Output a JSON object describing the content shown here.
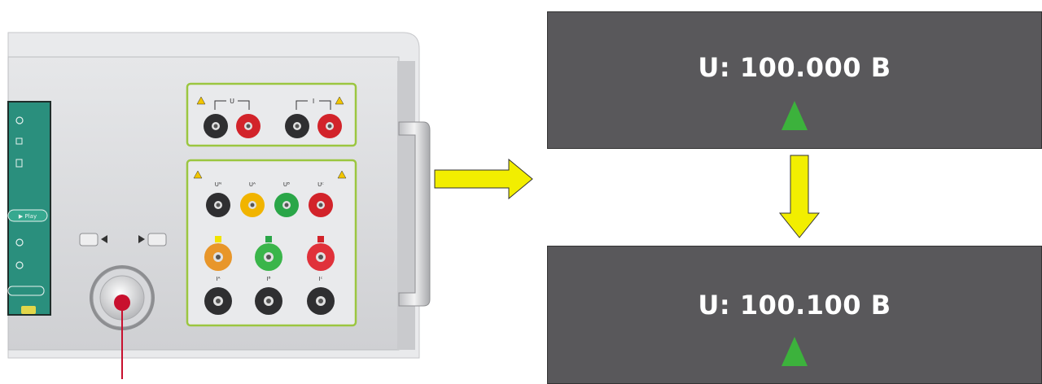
{
  "device": {
    "label_voltage": "U",
    "label_current": "I",
    "label_ua": "Uᴬ",
    "label_ub": "Uᴮ",
    "label_uc": "Uᶜ",
    "label_un": "Uᴺ",
    "label_ia": "Iᴬ",
    "label_ib": "Iᴮ",
    "label_ic": "Iᶜ",
    "play_label": "▶ Play"
  },
  "display_before": {
    "reading": "U: 100.000 B"
  },
  "display_after": {
    "reading": "U: 100.100 B"
  },
  "colors": {
    "panel": "#d9dadc",
    "screen_bg": "#59585b",
    "arrow_fill": "#f2ee00",
    "caret": "#3cb23c",
    "green_frame": "#9bc640",
    "pointer": "#c8102e"
  }
}
